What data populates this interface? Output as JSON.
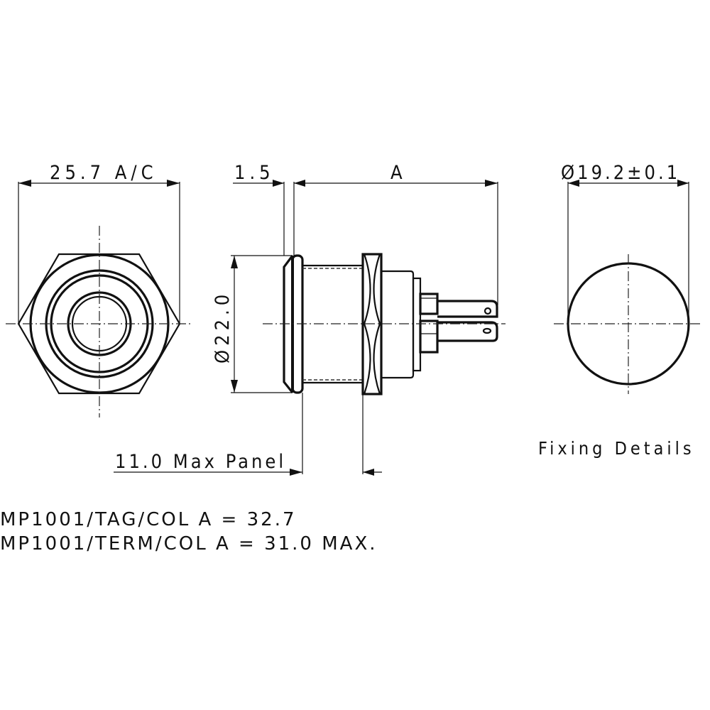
{
  "drawing": {
    "front_view": {
      "dimension_label": "25.7 A/C"
    },
    "side_view": {
      "bezel_dimension_label": "1.5",
      "length_dimension_label": "A",
      "diameter_dimension_label": "Ø22.0",
      "panel_dimension_label": "11.0 Max Panel"
    },
    "fixing_details": {
      "diameter_dimension_label": "Ø19.2±0.1",
      "caption": "Fixing Details"
    },
    "notes": [
      "MP1001/TAG/COL A = 32.7",
      "MP1001/TERM/COL A = 31.0 MAX."
    ]
  }
}
